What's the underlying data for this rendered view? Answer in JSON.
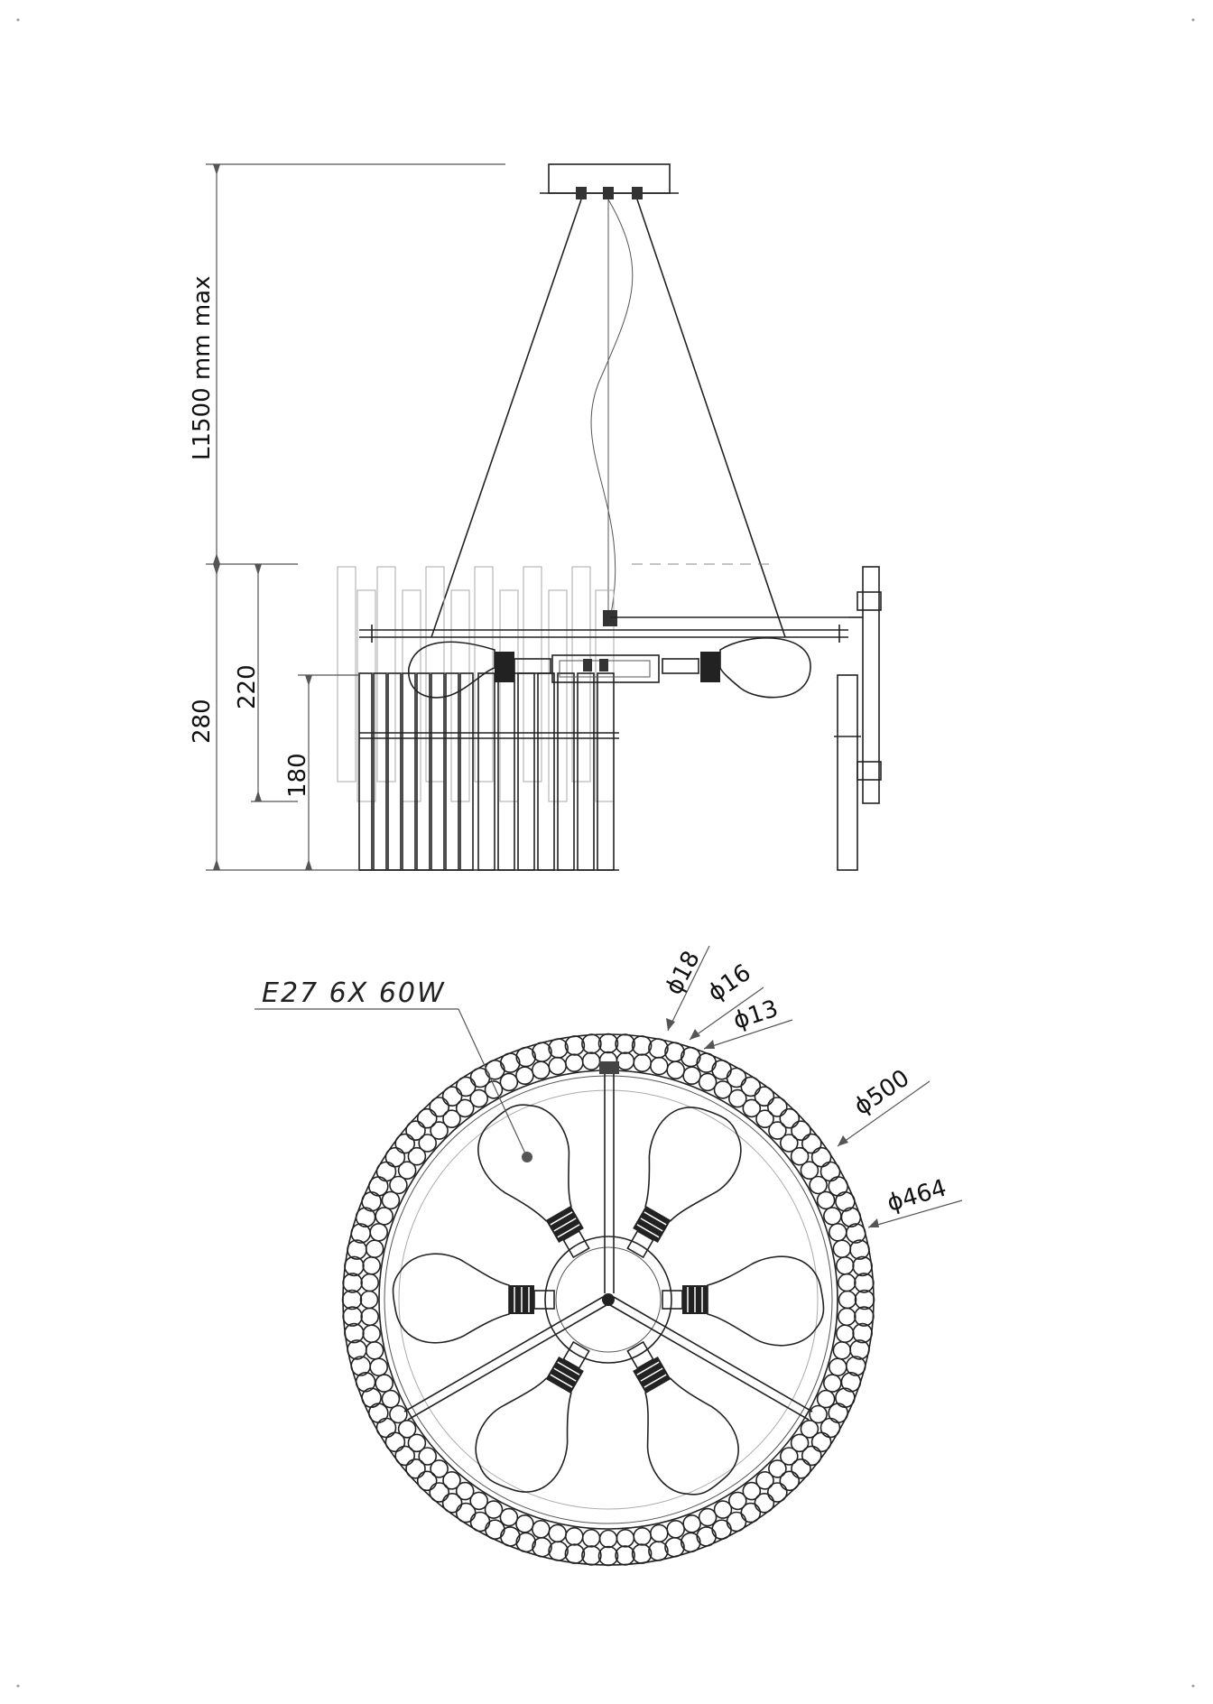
{
  "side_view": {
    "cable_length_label": "L1500 mm max",
    "total_height_label": "280",
    "frame_height_label": "220",
    "body_height_label": "180"
  },
  "bottom_view": {
    "lamp_spec_label": "E27 6X 60W",
    "diameter_labels": {
      "bead_outer": "ϕ18",
      "bead_middle": "ϕ16",
      "bead_inner": "ϕ13",
      "outer_ring": "ϕ500",
      "inner_ring": "ϕ464"
    },
    "bulb_count": 6
  },
  "colors": {
    "line": "#222222",
    "dimension": "#555555",
    "background": "#ffffff"
  }
}
